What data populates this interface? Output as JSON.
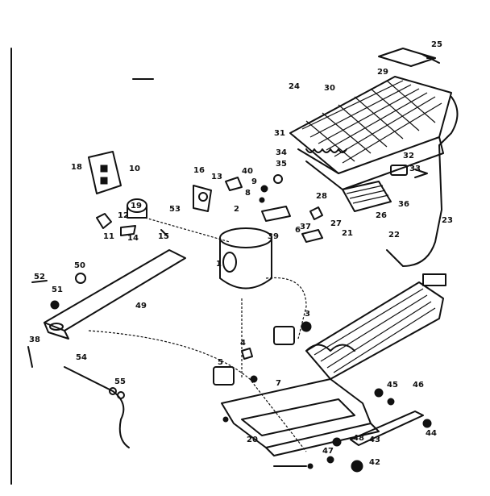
{
  "labels": [
    "1",
    "2",
    "3",
    "4",
    "5",
    "6",
    "7",
    "8",
    "9",
    "10",
    "11",
    "12",
    "13",
    "14",
    "15",
    "16",
    "18",
    "19",
    "20",
    "21",
    "22",
    "23",
    "24",
    "25",
    "26",
    "27",
    "28",
    "29",
    "30",
    "31",
    "32",
    "33",
    "34",
    "35",
    "36",
    "37",
    "38",
    "39",
    "40",
    "42",
    "43",
    "44",
    "45",
    "46",
    "47",
    "48",
    "49",
    "50",
    "51",
    "52",
    "53",
    "54",
    "55"
  ]
}
